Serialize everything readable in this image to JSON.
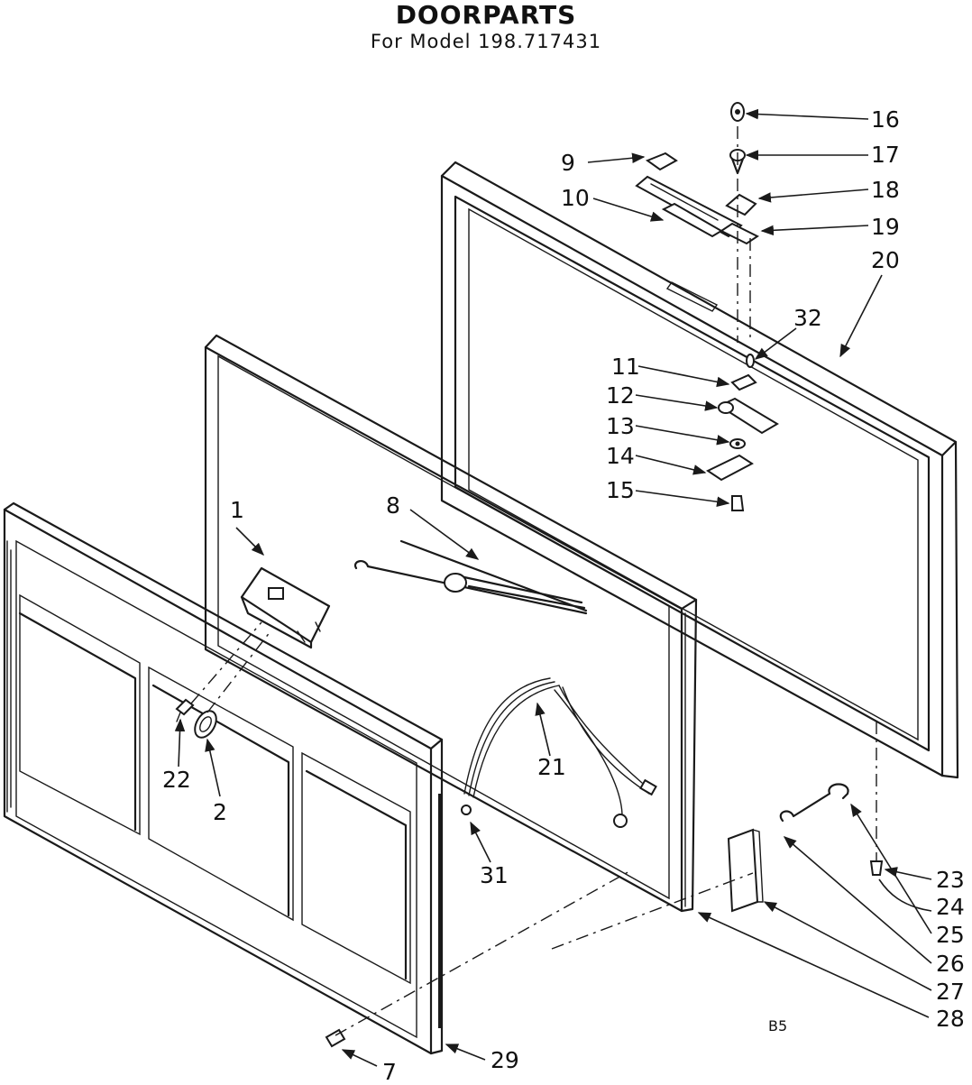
{
  "title": "DOORPARTS",
  "subtitle": "For Model 198.717431",
  "diagram_code": "B5",
  "callouts": {
    "c1": "1",
    "c2": "2",
    "c7": "7",
    "c8": "8",
    "c9": "9",
    "c10": "10",
    "c11": "11",
    "c12": "12",
    "c13": "13",
    "c14": "14",
    "c15": "15",
    "c16": "16",
    "c17": "17",
    "c18": "18",
    "c19": "19",
    "c20": "20",
    "c21": "21",
    "c22": "22",
    "c23": "23",
    "c24": "24",
    "c25": "25",
    "c26": "26",
    "c27": "27",
    "c28": "28",
    "c29": "29",
    "c31": "31",
    "c32": "32"
  }
}
